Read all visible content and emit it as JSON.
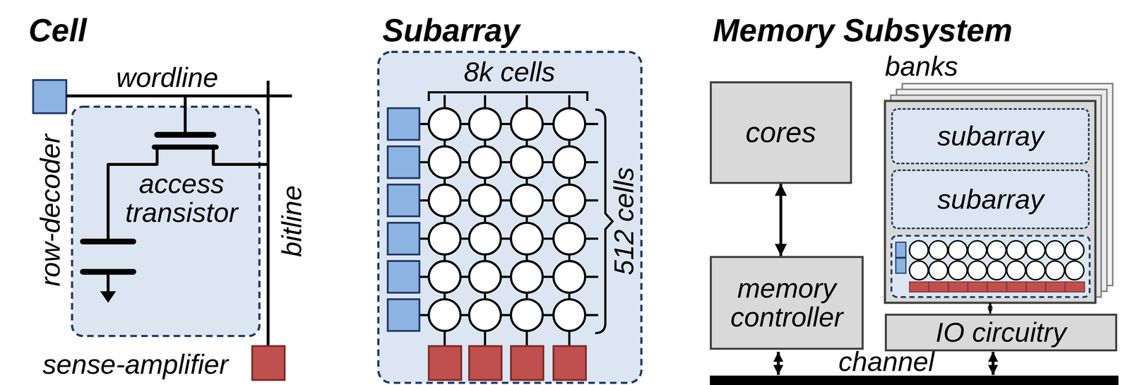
{
  "diagram": {
    "nodes": [
      {
        "text": [
          "cores"
        ]
      },
      {
        "text": [
          "memory controller"
        ]
      },
      {
        "text": [
          "banks"
        ]
      },
      {
        "text": [
          "subarray"
        ],
        "in": 2
      },
      {
        "text": [
          "subarray"
        ],
        "in": 2
      },
      {
        "text": [
          "IO circuitry"
        ]
      }
    ],
    "edges": [
      {
        "from": 0,
        "to": 1,
        "arrow": "both"
      },
      {
        "from": 2,
        "to": 5,
        "arrow": "both"
      }
    ],
    "labels": [
      "Cell",
      "Subarray",
      "Memory Subsystem",
      "wordline",
      "row-decoder",
      "access transistor",
      "bitline",
      "sense-amplifier",
      "8k cells",
      "512 cells",
      "channel"
    ]
  }
}
